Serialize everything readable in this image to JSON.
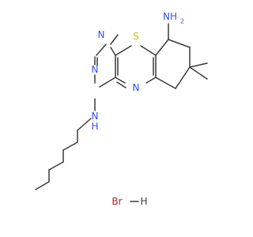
{
  "molecule": {
    "atoms": {
      "s": "S",
      "n_ring_top": "N",
      "n_ring_mid": "N",
      "n_ring_center": "N",
      "nh2": "NH",
      "nh2_sub": "2",
      "n_amine": "N",
      "n_amine_h": "H"
    },
    "salt": {
      "br": "Br",
      "h": "H"
    },
    "colors": {
      "bond": "#3a3a3a",
      "nitrogen": "#3050f8",
      "sulfur": "#c6c61c",
      "bromine": "#a62929"
    }
  }
}
